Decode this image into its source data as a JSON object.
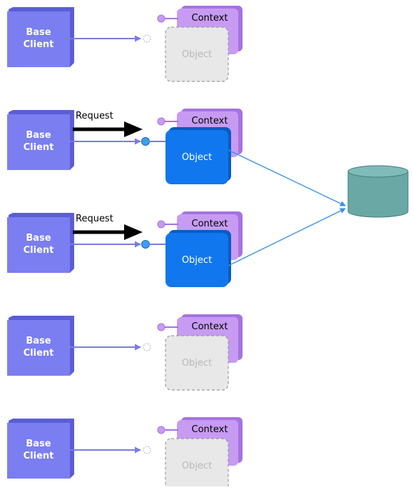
{
  "colors": {
    "client_face": "#7a7ef0",
    "client_side": "#5a5ed6",
    "context_fill": "#c79bf2",
    "context_side": "#a673df",
    "object_active": "#1177ee",
    "object_active_side": "#0a5bc4",
    "object_inactive": "#e8e8e8",
    "object_inactive_border": "#9b9b9b",
    "connector": "#7c7ce6",
    "db_fill": "#69a8a5",
    "db_side": "#3f7e7b",
    "link": "#3a8fe8"
  },
  "rows": [
    {
      "client_line1": "Base",
      "client_line2": "Client",
      "context_label": "Context",
      "object_label": "Object",
      "active": false,
      "request_label": ""
    },
    {
      "client_line1": "Base",
      "client_line2": "Client",
      "context_label": "Context",
      "object_label": "Object",
      "active": true,
      "request_label": "Request"
    },
    {
      "client_line1": "Base",
      "client_line2": "Client",
      "context_label": "Context",
      "object_label": "Object",
      "active": true,
      "request_label": "Request"
    },
    {
      "client_line1": "Base",
      "client_line2": "Client",
      "context_label": "Context",
      "object_label": "Object",
      "active": false,
      "request_label": ""
    },
    {
      "client_line1": "Base",
      "client_line2": "Client",
      "context_label": "Context",
      "object_label": "Object",
      "active": false,
      "request_label": ""
    }
  ],
  "database": {
    "icon": "database-cylinder-icon"
  }
}
